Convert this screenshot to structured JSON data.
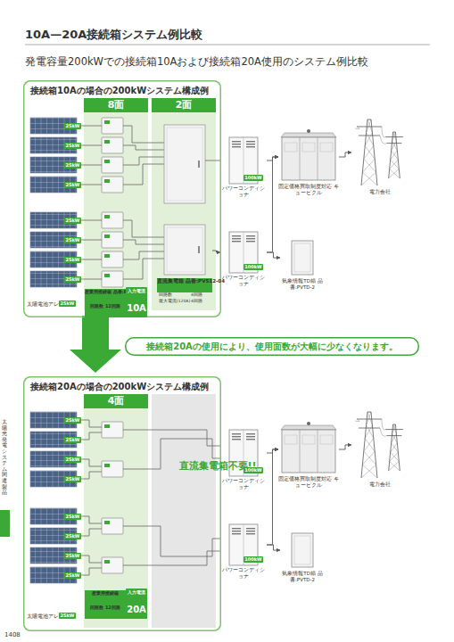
{
  "diagram": {
    "title": "10A—20A接続箱システム例比較",
    "nodes": [
      {
        "text": [
          "接続箱10Aの場合の200kWシステム構成例"
        ]
      },
      {
        "text": [
          "8面"
        ],
        "in": 0
      },
      {
        "text": [
          "産業用接続箱 品番:PVH-12V",
          "回路数 12回路"
        ],
        "in": 1
      },
      {
        "text": [
          "入力電流",
          "10A"
        ],
        "in": 1
      },
      {
        "text": [
          "2面"
        ],
        "in": 0
      },
      {
        "text": [
          "直流集電箱 品番:PVS12-04"
        ],
        "in": 4
      },
      {
        "text": [
          "100kW",
          "パワーコンディショナ"
        ]
      },
      {
        "text": [
          "100kW",
          "パワーコンディショナ"
        ]
      },
      {
        "text": [
          "固定価格買取制度対応 キュービクル"
        ]
      },
      {
        "text": [
          "電力会社"
        ]
      },
      {
        "text": [
          "気象情報TD箱 品番:PVTD-2"
        ]
      },
      {
        "text": [
          "接続箱20Aの使用により、使用面数が大幅に少なくなります。"
        ]
      },
      {
        "text": [
          "接続箱20Aの場合の200kWシステム構成例"
        ]
      },
      {
        "text": [
          "4面"
        ],
        "in": 12
      },
      {
        "text": [
          "産業用接続箱",
          "回路数 12回路"
        ],
        "in": 13
      },
      {
        "text": [
          "入力電流",
          "20A"
        ],
        "in": 13
      },
      {
        "text": [
          "直流集電箱不要!!"
        ],
        "in": 12
      },
      {
        "text": [
          "100kW",
          "パワーコンディショナ"
        ]
      },
      {
        "text": [
          "100kW",
          "パワーコンディショナ"
        ]
      },
      {
        "text": [
          "固定価格買取制度対応 キュービクル"
        ]
      },
      {
        "text": [
          "電力会社"
        ]
      },
      {
        "text": [
          "気象情報TD箱 品番:PVTD-2"
        ]
      }
    ],
    "edges": [
      {
        "from": 5,
        "to": 7,
        "arrow": "to"
      },
      {
        "from": 6,
        "to": 8,
        "arrow": "to"
      },
      {
        "from": 7,
        "to": 8,
        "arrow": "to"
      },
      {
        "from": 8,
        "to": 9,
        "arrow": "to"
      },
      {
        "from": 7,
        "to": 10,
        "arrow": "to"
      },
      {
        "from": 17,
        "to": 19,
        "arrow": "to"
      },
      {
        "from": 18,
        "to": 19,
        "arrow": "to"
      },
      {
        "from": 19,
        "to": 20,
        "arrow": "to"
      },
      {
        "from": 18,
        "to": 21,
        "arrow": "to"
      }
    ],
    "labels": [
      "発電容量200kWでの接続箱10Aおよび接続箱20A使用のシステム例比較",
      "25kW",
      "25kW",
      "25kW",
      "25kW",
      "25kW",
      "25kW",
      "25kW",
      "25kW",
      "太陽電池アレイ",
      "25kW",
      "回路数",
      "4回路",
      "最大電流(120A)",
      "4回路",
      "25kW",
      "25kW",
      "25kW",
      "25kW",
      "25kW",
      "25kW",
      "25kW",
      "25kW",
      "太陽電池アレイ",
      "25kW",
      "太陽光発電システム関連製品",
      "1408"
    ]
  }
}
